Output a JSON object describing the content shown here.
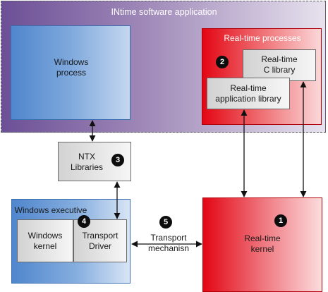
{
  "diagram": {
    "title": "INtime software application",
    "windows_process": [
      "Windows",
      "process"
    ],
    "rt_processes": {
      "title": "Real-time processes",
      "c_library": [
        "Real-time",
        "C library"
      ],
      "app_library": [
        "Real-time",
        "application library"
      ]
    },
    "ntx_libraries": [
      "NTX",
      "Libraries"
    ],
    "windows_executive": {
      "title": "Windows executive",
      "kernel": [
        "Windows",
        "kernel"
      ],
      "transport_driver": [
        "Transport",
        "Driver"
      ]
    },
    "rt_kernel": [
      "Real-time",
      "kernel"
    ],
    "transport_mechanism": [
      "Transport",
      "mechanisn"
    ],
    "badges": [
      "1",
      "2",
      "3",
      "4",
      "5"
    ]
  },
  "colors": {
    "intime_frame": "#8a70ad",
    "windows_blue": "#4f86cd",
    "realtime_red": "#e30613",
    "library_gray": "#d9d9d9",
    "badge": "#0d0d0d"
  }
}
